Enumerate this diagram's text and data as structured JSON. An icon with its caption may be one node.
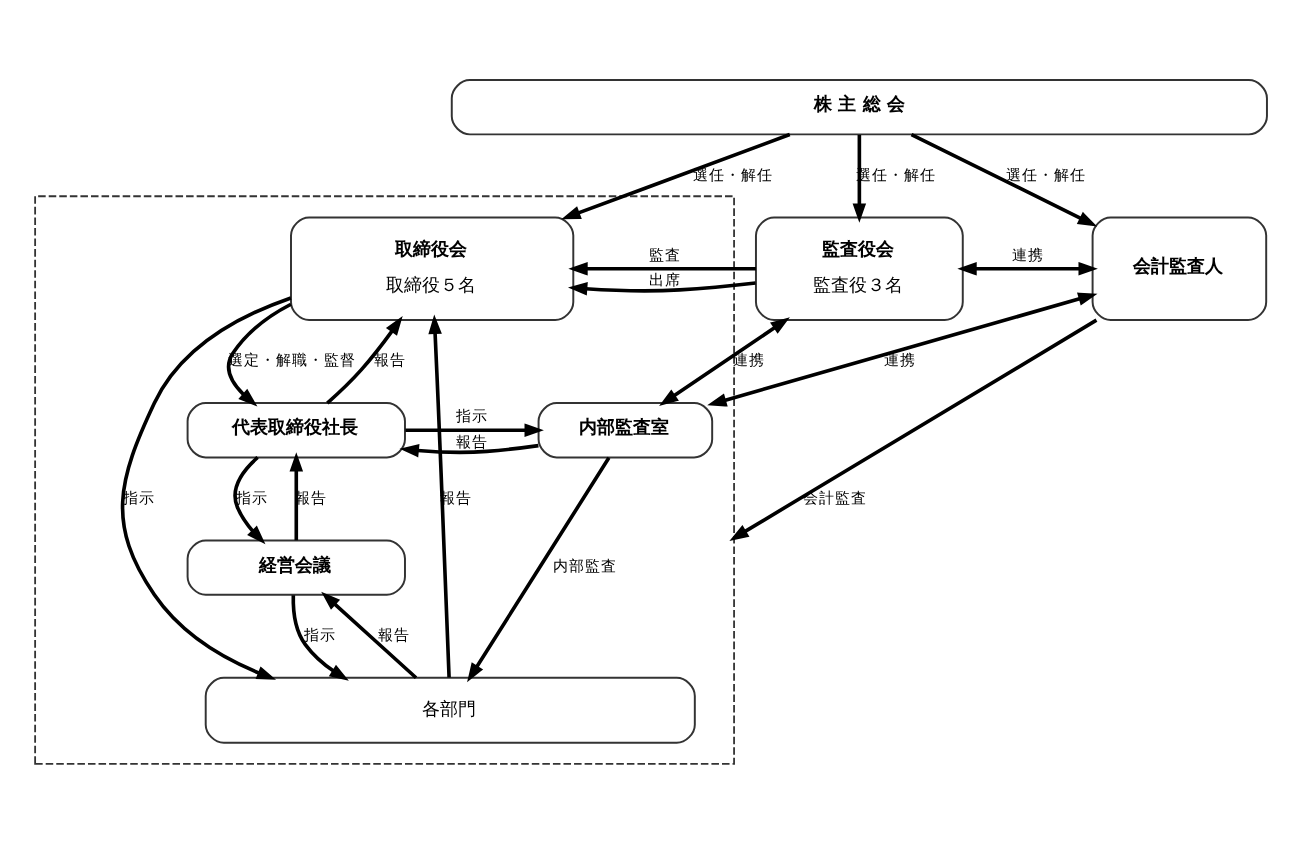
{
  "diagram": {
    "nodes": [
      {
        "text": [
          "株 主 総 会"
        ]
      },
      {
        "text": [],
        "shape": "box"
      },
      {
        "text": [
          "取締役会",
          "取締役５名"
        ],
        "in": 1
      },
      {
        "text": [
          "監査役会",
          "監査役３名"
        ]
      },
      {
        "text": [
          "会計監査人"
        ]
      },
      {
        "text": [
          "代表取締役社長"
        ],
        "in": 1
      },
      {
        "text": [
          "内部監査室"
        ],
        "in": 1
      },
      {
        "text": [
          "経営会議"
        ],
        "in": 1
      },
      {
        "text": [
          "各部門"
        ],
        "in": 1
      }
    ],
    "edges": [
      {
        "from": 0,
        "to": 2,
        "arrow": "to",
        "label": "選任・解任"
      },
      {
        "from": 0,
        "to": 3,
        "arrow": "to",
        "label": "選任・解任"
      },
      {
        "from": 0,
        "to": 4,
        "arrow": "to",
        "label": "選任・解任"
      },
      {
        "from": 3,
        "to": 2,
        "arrow": "to",
        "label": "監査"
      },
      {
        "from": 3,
        "to": 2,
        "arrow": "to",
        "label": "出席"
      },
      {
        "from": 3,
        "to": 4,
        "arrow": "both",
        "label": "連携"
      },
      {
        "from": 2,
        "to": 5,
        "arrow": "to",
        "label": "選定・解職・監督"
      },
      {
        "from": 5,
        "to": 2,
        "arrow": "to",
        "label": "報告"
      },
      {
        "from": 2,
        "to": 8,
        "arrow": "to",
        "label": "指示"
      },
      {
        "from": 8,
        "to": 2,
        "arrow": "to",
        "label": "報告"
      },
      {
        "from": 3,
        "to": 6,
        "arrow": "both",
        "label": "連携"
      },
      {
        "from": 4,
        "to": 1,
        "arrow": "to",
        "label": "会計監査"
      },
      {
        "from": 4,
        "to": 6,
        "arrow": "both",
        "label": "連携"
      },
      {
        "from": 5,
        "to": 6,
        "arrow": "to",
        "label": "指示"
      },
      {
        "from": 6,
        "to": 5,
        "arrow": "to",
        "label": "報告"
      },
      {
        "from": 5,
        "to": 7,
        "arrow": "to",
        "label": "指示"
      },
      {
        "from": 7,
        "to": 5,
        "arrow": "to",
        "label": "報告"
      },
      {
        "from": 7,
        "to": 8,
        "arrow": "to",
        "label": "指示"
      },
      {
        "from": 8,
        "to": 7,
        "arrow": "to",
        "label": "報告"
      },
      {
        "from": 6,
        "to": 8,
        "arrow": "to",
        "label": "内部監査"
      }
    ]
  }
}
